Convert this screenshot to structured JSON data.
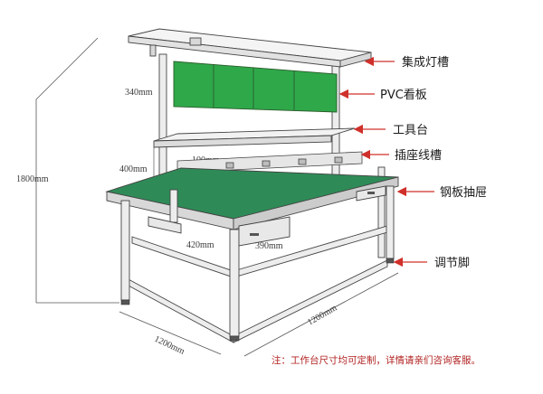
{
  "labels": {
    "light_trough": "集成灯槽",
    "pvc_board": "PVC看板",
    "tool_shelf": "工具台",
    "socket_slot": "插座线槽",
    "steel_drawer": "钢板抽屉",
    "leveling_foot": "调节脚"
  },
  "dimensions": {
    "total_height": "1800mm",
    "board_height": "340mm",
    "shelf_height": "400mm",
    "shelf_depth": "100mm",
    "drawer_width": "390mm",
    "drawer_depth": "420mm",
    "depth": "1200mm",
    "width": "1200mm"
  },
  "note": "注：工作台尺寸均可定制，详情请亲们咨询客服。",
  "colors": {
    "tabletop": "#2e8b57",
    "pvc_board": "#2fa84a",
    "frame": "#ededed",
    "outline": "#444444",
    "arrow": "#d0302a",
    "note": "#b22222"
  }
}
